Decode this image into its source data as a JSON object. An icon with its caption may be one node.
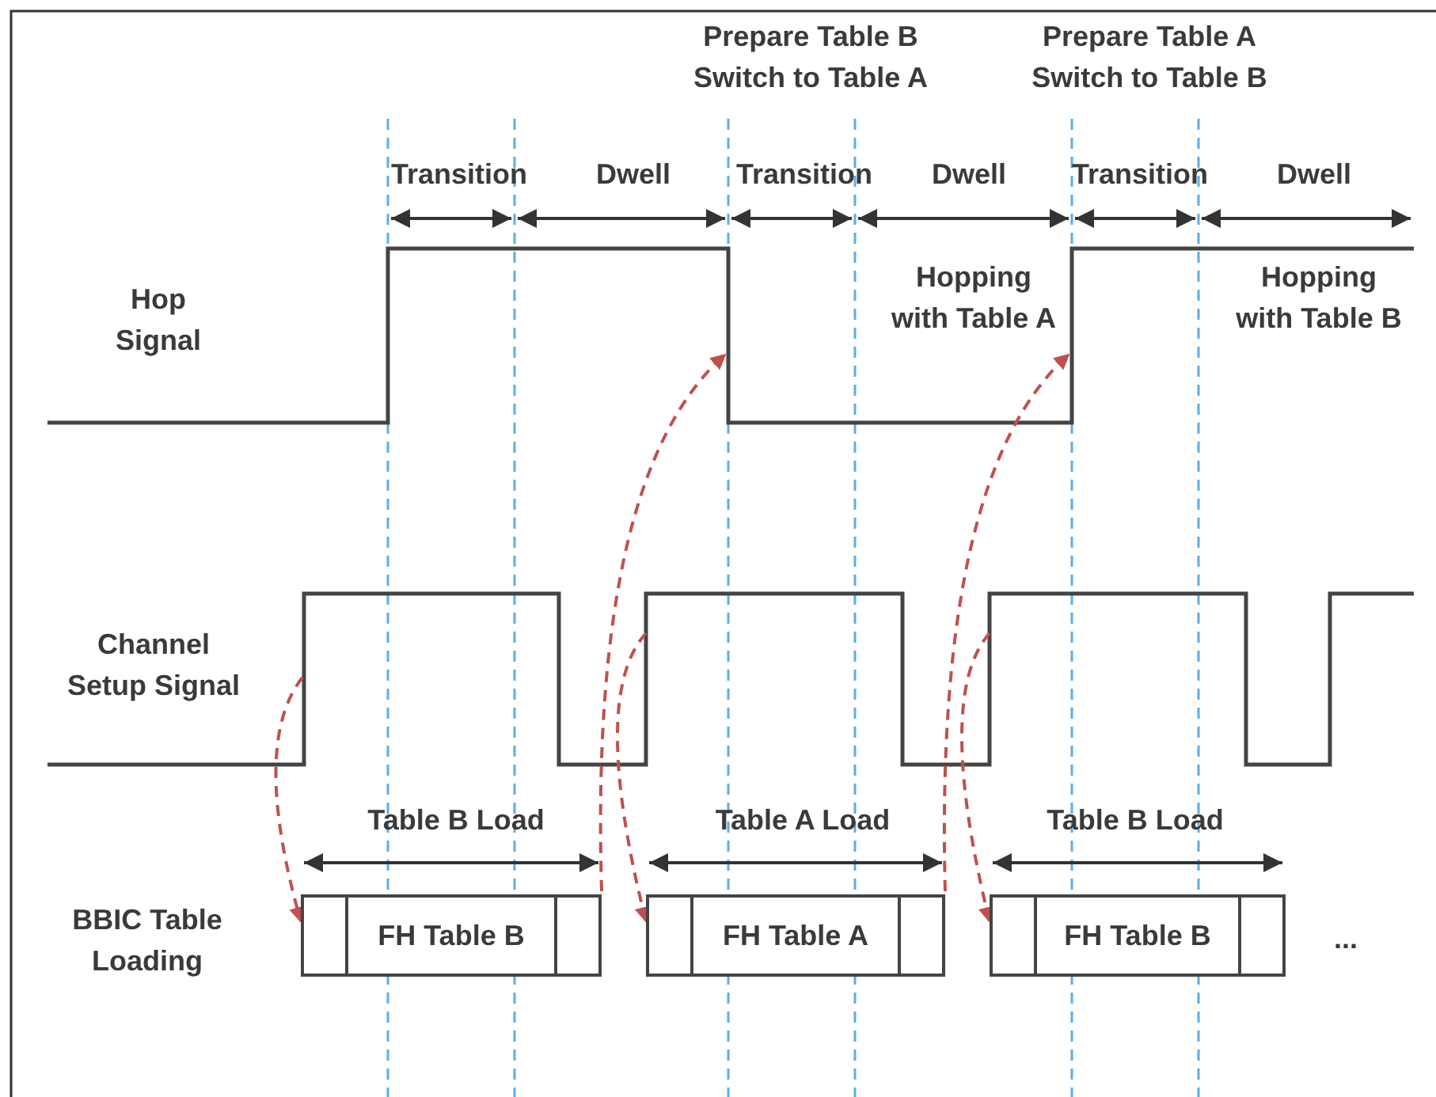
{
  "diagram": {
    "nodes": [
      {
        "text": [
          "FH Table B"
        ]
      },
      {
        "text": [
          "FH Table A"
        ]
      },
      {
        "text": [
          "FH Table B"
        ]
      }
    ],
    "edges": [
      {
        "from": null,
        "to": 0,
        "arrow": "to",
        "style": "dashed"
      },
      {
        "from": 0,
        "to": null,
        "arrow": "to",
        "style": "dashed"
      },
      {
        "from": null,
        "to": 1,
        "arrow": "to",
        "style": "dashed"
      },
      {
        "from": 1,
        "to": null,
        "arrow": "to",
        "style": "dashed"
      },
      {
        "from": null,
        "to": 2,
        "arrow": "to",
        "style": "dashed"
      }
    ],
    "labels": [
      "Prepare Table B Switch to Table A",
      "Prepare Table A Switch to Table B",
      "Transition",
      "Dwell",
      "Transition",
      "Dwell",
      "Transition",
      "Dwell",
      "Hop Signal",
      "Hopping with Table A",
      "Hopping with Table B",
      "Channel Setup Signal",
      "Table B Load",
      "Table A Load",
      "Table B Load",
      "BBIC Table Loading",
      "..."
    ]
  }
}
